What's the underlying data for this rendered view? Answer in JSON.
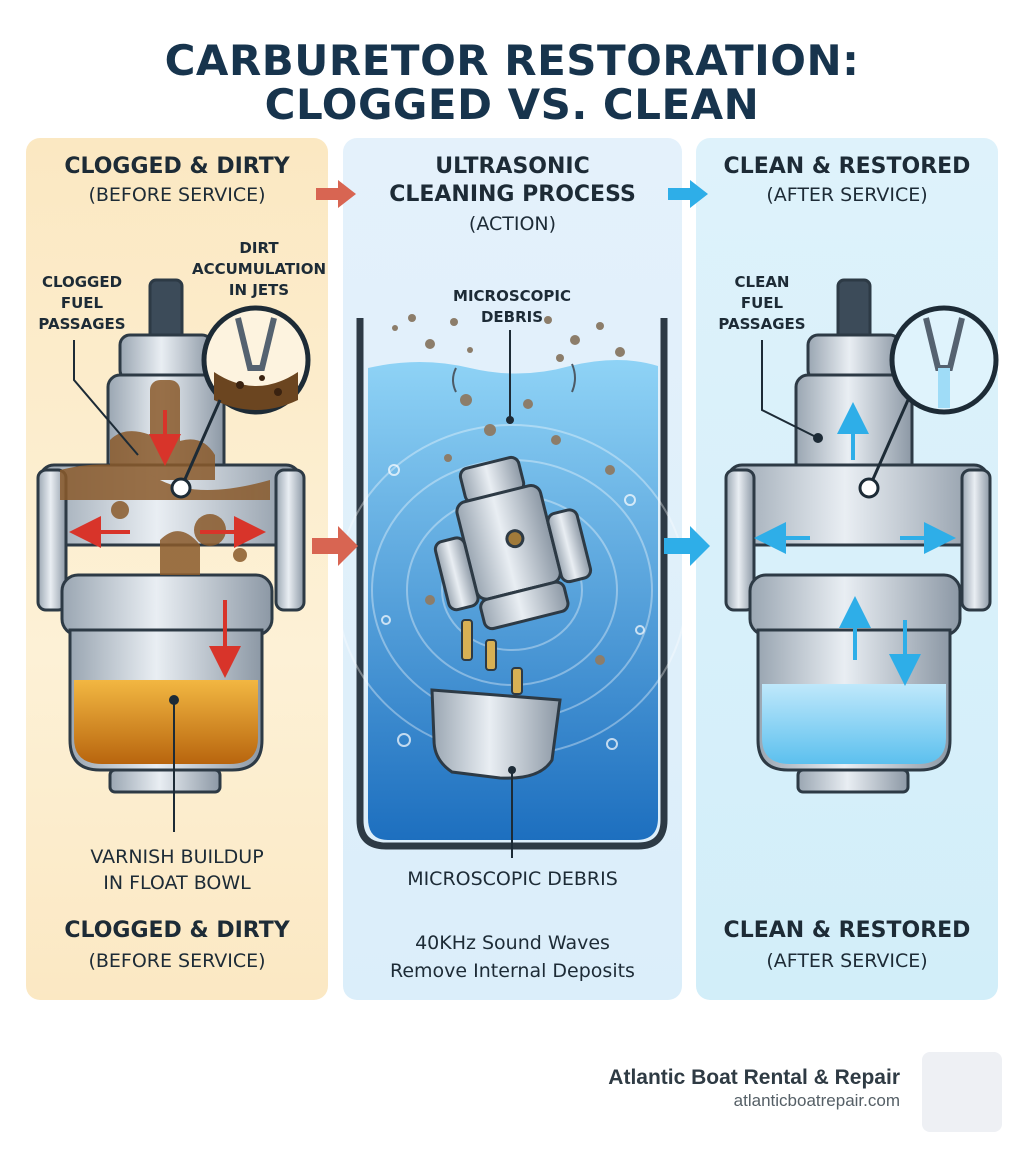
{
  "title": {
    "line1": "CARBURETOR RESTORATION:",
    "line2": "CLOGGED VS. CLEAN"
  },
  "panels": {
    "left": {
      "heading": "CLOGGED & DIRTY",
      "subheading": "(BEFORE SERVICE)",
      "labels": {
        "clogged_fuel": [
          "CLOGGED",
          "FUEL",
          "PASSAGES"
        ],
        "dirt": [
          "DIRT",
          "ACCUMULATION",
          "IN JETS"
        ],
        "varnish": [
          "VARNISH BUILDUP",
          "IN FLOAT BOWL"
        ]
      },
      "footer_heading": "CLOGGED & DIRTY",
      "footer_subheading": "(BEFORE SERVICE)"
    },
    "middle": {
      "heading1": "ULTRASONIC",
      "heading2": "CLEANING PROCESS",
      "subheading": "(ACTION)",
      "labels": {
        "debris_top": [
          "MICROSCOPIC",
          "DEBRIS"
        ],
        "debris_bottom": "MICROSCOPIC DEBRIS"
      },
      "caption1": "40KHz Sound Waves",
      "caption2": "Remove Internal Deposits"
    },
    "right": {
      "heading": "CLEAN & RESTORED",
      "subheading": "(AFTER SERVICE)",
      "labels": {
        "clean_fuel": [
          "CLEAN",
          "FUEL",
          "PASSAGES"
        ]
      },
      "footer_heading": "CLEAN & RESTORED",
      "footer_subheading": "(AFTER SERVICE)"
    }
  },
  "brand": {
    "name": "Atlantic Boat Rental & Repair",
    "url": "atlanticboatrepair.com",
    "logo_icon": "boat-logo-icon"
  },
  "colors": {
    "title": "#17344d",
    "dirty_flow": "#d8342a",
    "clean_flow": "#2eaee8",
    "water": "#2f8fd4",
    "varnish": "#d88a1c"
  }
}
